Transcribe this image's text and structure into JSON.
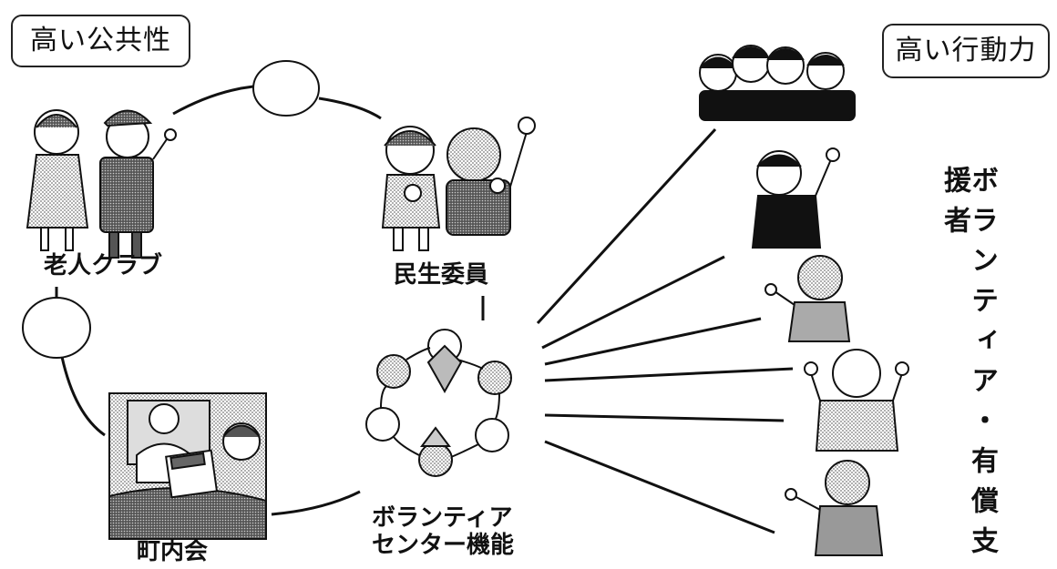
{
  "labels": {
    "high_public": "高い公共性",
    "high_action": "高い行動力",
    "elder_club": "老人クラブ",
    "welfare_commissioner": "民生委員",
    "neighborhood_assoc": "町内会",
    "volunteer_center_line1": "ボランティア",
    "volunteer_center_line2": "センター機能",
    "volunteer_vertical": "ボランティア・有償支援者"
  },
  "icons": {
    "elder_couple": "elderly-couple-illustration",
    "commissioner_pair": "welfare-commissioner-pair-illustration",
    "door_visit": "neighborhood-circular-illustration",
    "circle_people": "people-circle-illustration",
    "group_four": "four-people-group-illustration",
    "supporter": "supporter-person-illustration"
  },
  "colors": {
    "line": "#111111",
    "fill_gray": "#9a9a9a",
    "fill_light": "#e6e6e6"
  }
}
